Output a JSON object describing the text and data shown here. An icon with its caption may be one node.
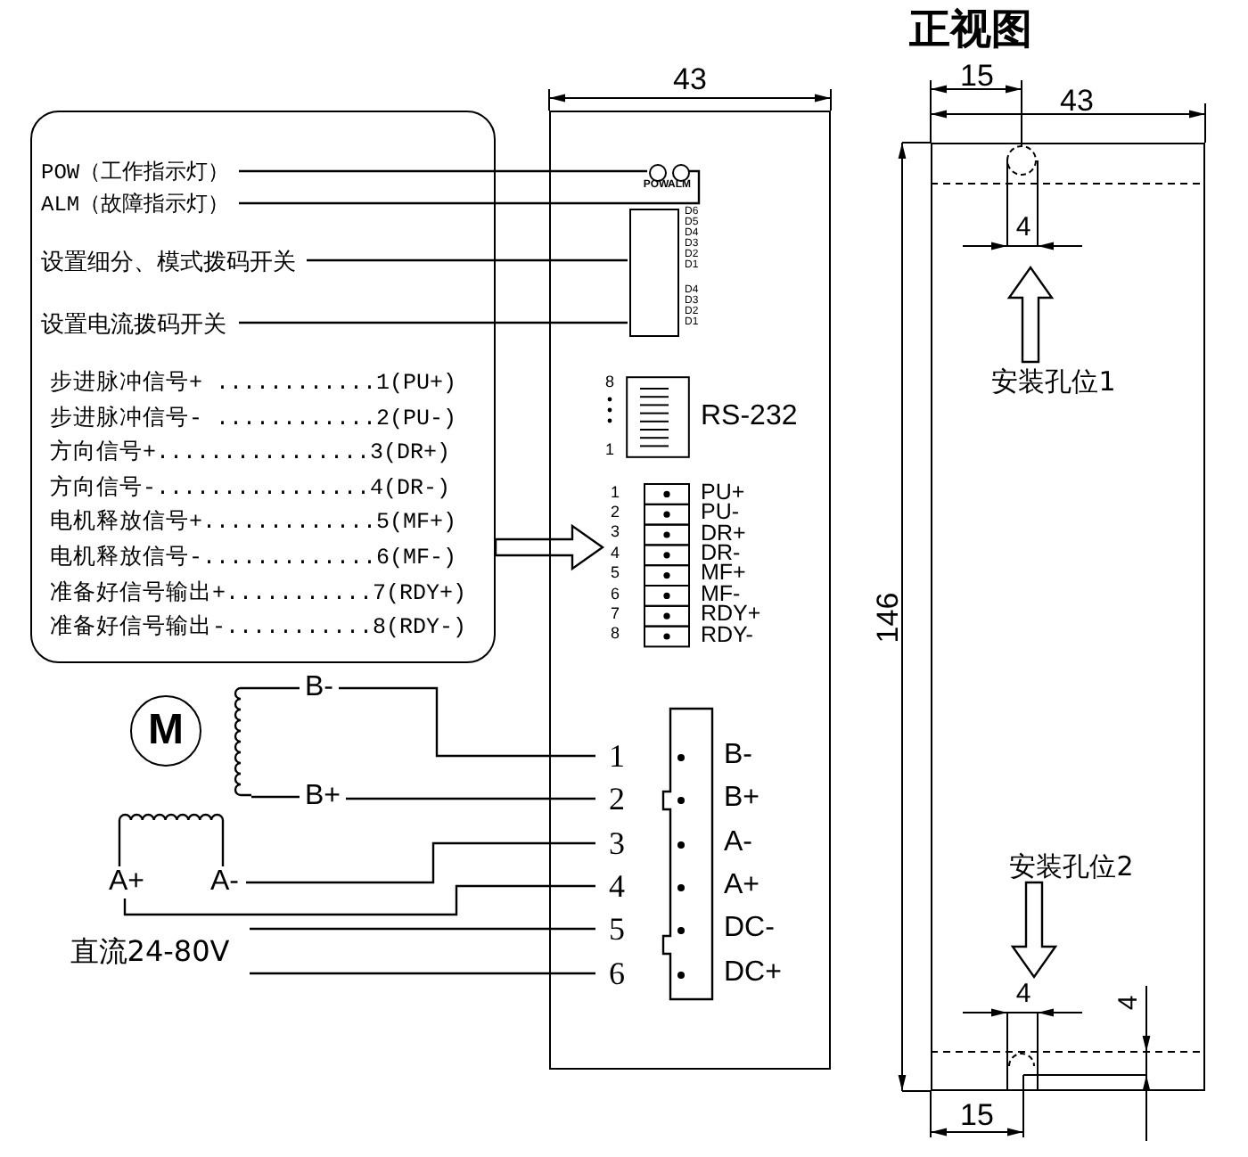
{
  "diagram": {
    "title": "正视图",
    "nodes": [
      {
        "text": [
          "步进脉冲信号+ ............1(PU+)",
          "步进脉冲信号- ............2(PU-)",
          "方向信号+................3(DR+)",
          "方向信号-................4(DR-)",
          "电机释放信号+.............5(MF+)",
          "电机释放信号-.............6(MF-)",
          "准备好信号输出+...........7(RDY+)",
          "准备好信号输出-...........8(RDY-)"
        ]
      },
      {
        "text": [
          "POW（工作指示灯）"
        ],
        "in": 0
      },
      {
        "text": [
          "ALM（故障指示灯）"
        ],
        "in": 0
      },
      {
        "text": [
          "设置细分、模式拨码开关"
        ],
        "in": 0
      },
      {
        "text": [
          "设置电流拨码开关"
        ],
        "in": 0
      },
      {
        "text": [],
        "shape": "box"
      },
      {
        "text": [],
        "shape": "circle",
        "in": 5,
        "beside": [
          "POW"
        ]
      },
      {
        "text": [],
        "shape": "circle",
        "in": 5,
        "beside": [
          "ALM"
        ]
      },
      {
        "text": [],
        "shape": "box",
        "in": 5,
        "beside": [
          "D6",
          "D5",
          "D4",
          "D3",
          "D2",
          "D1"
        ]
      },
      {
        "text": [],
        "shape": "box",
        "in": 5,
        "beside": [
          "D4",
          "D3",
          "D2",
          "D1"
        ]
      },
      {
        "text": [],
        "shape": "box",
        "in": 5,
        "beside": [
          "8",
          "1",
          "RS-232"
        ]
      },
      {
        "text": [],
        "shape": "box",
        "in": 5,
        "beside": [
          "PU+",
          "PU-",
          "DR+",
          "DR-",
          "MF+",
          "MF-",
          "RDY+",
          "RDY-"
        ]
      },
      {
        "text": [],
        "shape": "box",
        "in": 5,
        "beside": [
          "B-",
          "B+",
          "A-",
          "A+",
          "DC-",
          "DC+"
        ]
      },
      {
        "text": [
          "M"
        ]
      },
      {
        "text": [],
        "shape": "coil"
      },
      {
        "text": [
          "B-"
        ]
      },
      {
        "text": [
          "B+"
        ]
      },
      {
        "text": [],
        "shape": "coil"
      },
      {
        "text": [
          "A+"
        ]
      },
      {
        "text": [
          "A-"
        ]
      },
      {
        "text": [
          "直流24-80V"
        ]
      },
      {
        "text": [],
        "shape": "box"
      },
      {
        "text": [
          "安装孔位1"
        ],
        "in": 21
      },
      {
        "text": [
          "安装孔位2"
        ],
        "in": 21
      }
    ],
    "edges": [
      {
        "from": 1,
        "to": 6,
        "arrow": "none"
      },
      {
        "from": 2,
        "to": 7,
        "arrow": "none"
      },
      {
        "from": 3,
        "to": 8,
        "arrow": "none"
      },
      {
        "from": 4,
        "to": 9,
        "arrow": "none"
      },
      {
        "from": 0,
        "to": 11,
        "arrow": "to",
        "style": "thick"
      },
      {
        "from": 14,
        "to": 15,
        "arrow": "none"
      },
      {
        "from": 14,
        "to": 16,
        "arrow": "none"
      },
      {
        "from": 17,
        "to": 18,
        "arrow": "none"
      },
      {
        "from": 17,
        "to": 19,
        "arrow": "none"
      },
      {
        "from": 15,
        "to": 12,
        "arrow": "none"
      },
      {
        "from": 16,
        "to": 12,
        "arrow": "none"
      },
      {
        "from": 19,
        "to": 12,
        "arrow": "none"
      },
      {
        "from": 18,
        "to": 12,
        "arrow": "none"
      },
      {
        "from": 20,
        "to": 12,
        "arrow": "none"
      },
      {
        "from": 20,
        "to": 12,
        "arrow": "none"
      },
      {
        "from": 22,
        "to": null,
        "arrow": "to",
        "style": "thick"
      },
      {
        "from": 23,
        "to": null,
        "arrow": "to",
        "style": "thick"
      }
    ],
    "labels": [
      "43",
      "15",
      "43",
      "4",
      "146",
      "1",
      "2",
      "3",
      "4",
      "5",
      "6",
      "7",
      "8",
      "1",
      "2",
      "3",
      "4",
      "5",
      "6",
      "4",
      "4",
      "15"
    ]
  }
}
